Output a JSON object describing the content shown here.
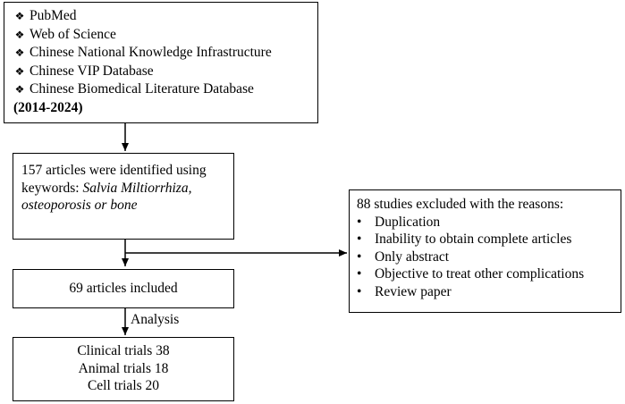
{
  "sources": {
    "databases": [
      "PubMed",
      "Web of Science",
      "Chinese National Knowledge Infrastructure",
      "Chinese VIP Database",
      "Chinese Biomedical Literature Database"
    ],
    "years": "(2014-2024)",
    "marker": "❖"
  },
  "identified": {
    "line1": "157 articles were identified using",
    "line2_prefix": "keywords: ",
    "line2_italic": "Salvia Miltiorrhiza,",
    "line3_italic": "osteoporosis or bone"
  },
  "excluded": {
    "title": "88 studies excluded with the reasons:",
    "bullet": "•",
    "reasons": [
      "Duplication",
      "Inability to obtain complete articles",
      "Only abstract",
      "Objective to treat other complications",
      "Review paper"
    ]
  },
  "included": {
    "text": "69 articles included"
  },
  "analysis_label": "Analysis",
  "results": {
    "lines": [
      "Clinical trials 38",
      "Animal trials 18",
      "Cell trials 20"
    ]
  }
}
